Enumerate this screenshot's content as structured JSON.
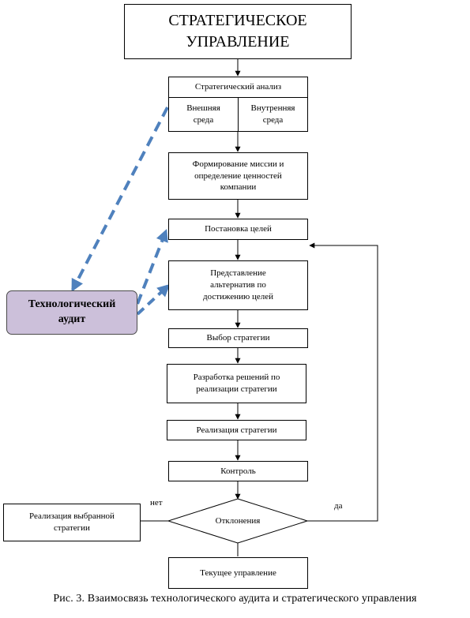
{
  "title": "СТРАТЕГИЧЕСКОЕ\nУПРАВЛЕНИЕ",
  "steps": {
    "strategic_analysis": "Стратегический анализ",
    "external_env": "Внешняя\nсреда",
    "internal_env": "Внутренняя\nсреда",
    "mission": "Формирование миссии и\nопределение ценностей\nкомпании",
    "goal_setting": "Постановка целей",
    "alternatives": "Представление\nальтернатив по\nдостижению целей",
    "strategy_choice": "Выбор стратегии",
    "decisions": "Разработка решений по\nреализации стратегии",
    "implementation": "Реализация стратегии",
    "control": "Контроль",
    "deviations": "Отклонения",
    "current_management": "Текущее управление",
    "chosen_implementation": "Реализация выбранной\nстратегии"
  },
  "audit_label": "Технологический\nаудит",
  "labels": {
    "no": "нет",
    "yes": "да"
  },
  "caption": "Рис. 3. Взаимосвязь технологического аудита и стратегического управления",
  "colors": {
    "audit_fill": "#ccc0da",
    "dashed_arrow": "#4f81bd"
  }
}
